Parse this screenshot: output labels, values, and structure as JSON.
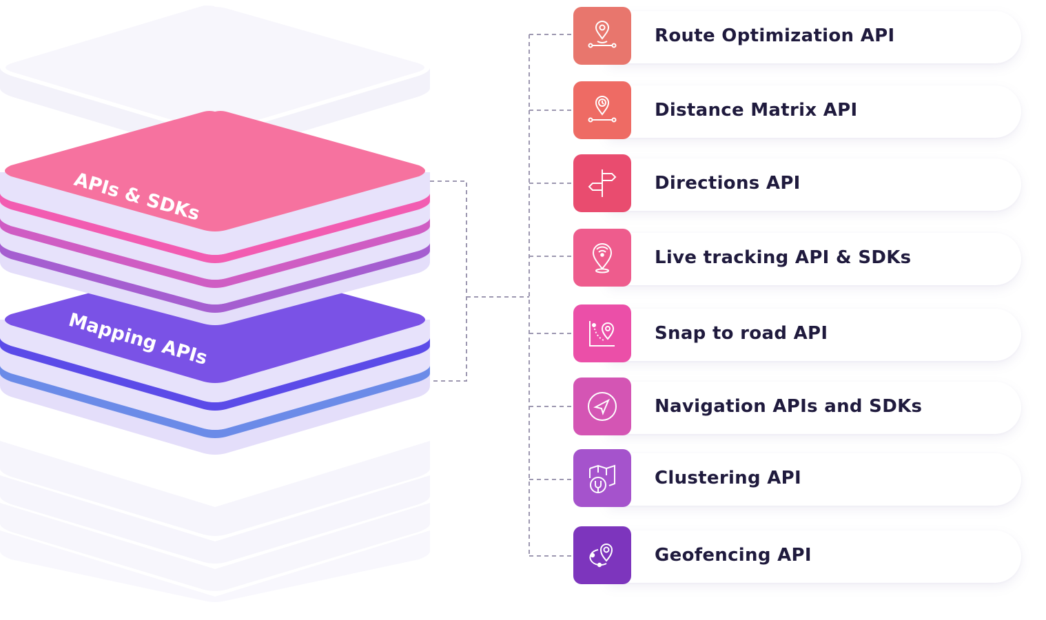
{
  "layers": {
    "top_label": "APIs & SDKs",
    "bottom_label": "Mapping APIs"
  },
  "apis": [
    {
      "label": "Route Optimization API",
      "icon": "route-optimization-icon",
      "color": "#e8766d"
    },
    {
      "label": "Distance Matrix API",
      "icon": "distance-matrix-icon",
      "color": "#ee6b64"
    },
    {
      "label": "Directions API",
      "icon": "signpost-icon",
      "color": "#e94c6f"
    },
    {
      "label": "Live tracking API & SDKs",
      "icon": "live-tracking-icon",
      "color": "#ee5c8d"
    },
    {
      "label": "Snap to road API",
      "icon": "snap-to-road-icon",
      "color": "#eb4fa8"
    },
    {
      "label": "Navigation APIs and SDKs",
      "icon": "navigation-icon",
      "color": "#d455b4"
    },
    {
      "label": "Clustering API",
      "icon": "clustering-icon",
      "color": "#a553cc"
    },
    {
      "label": "Geofencing API",
      "icon": "geofencing-icon",
      "color": "#7d35bd"
    }
  ],
  "colors": {
    "pink_top": "#f6729f",
    "purple_top": "#7a52e6",
    "lavender": "#e5e0fb",
    "connector": "#9c97b0",
    "text": "#1f1a3d"
  }
}
